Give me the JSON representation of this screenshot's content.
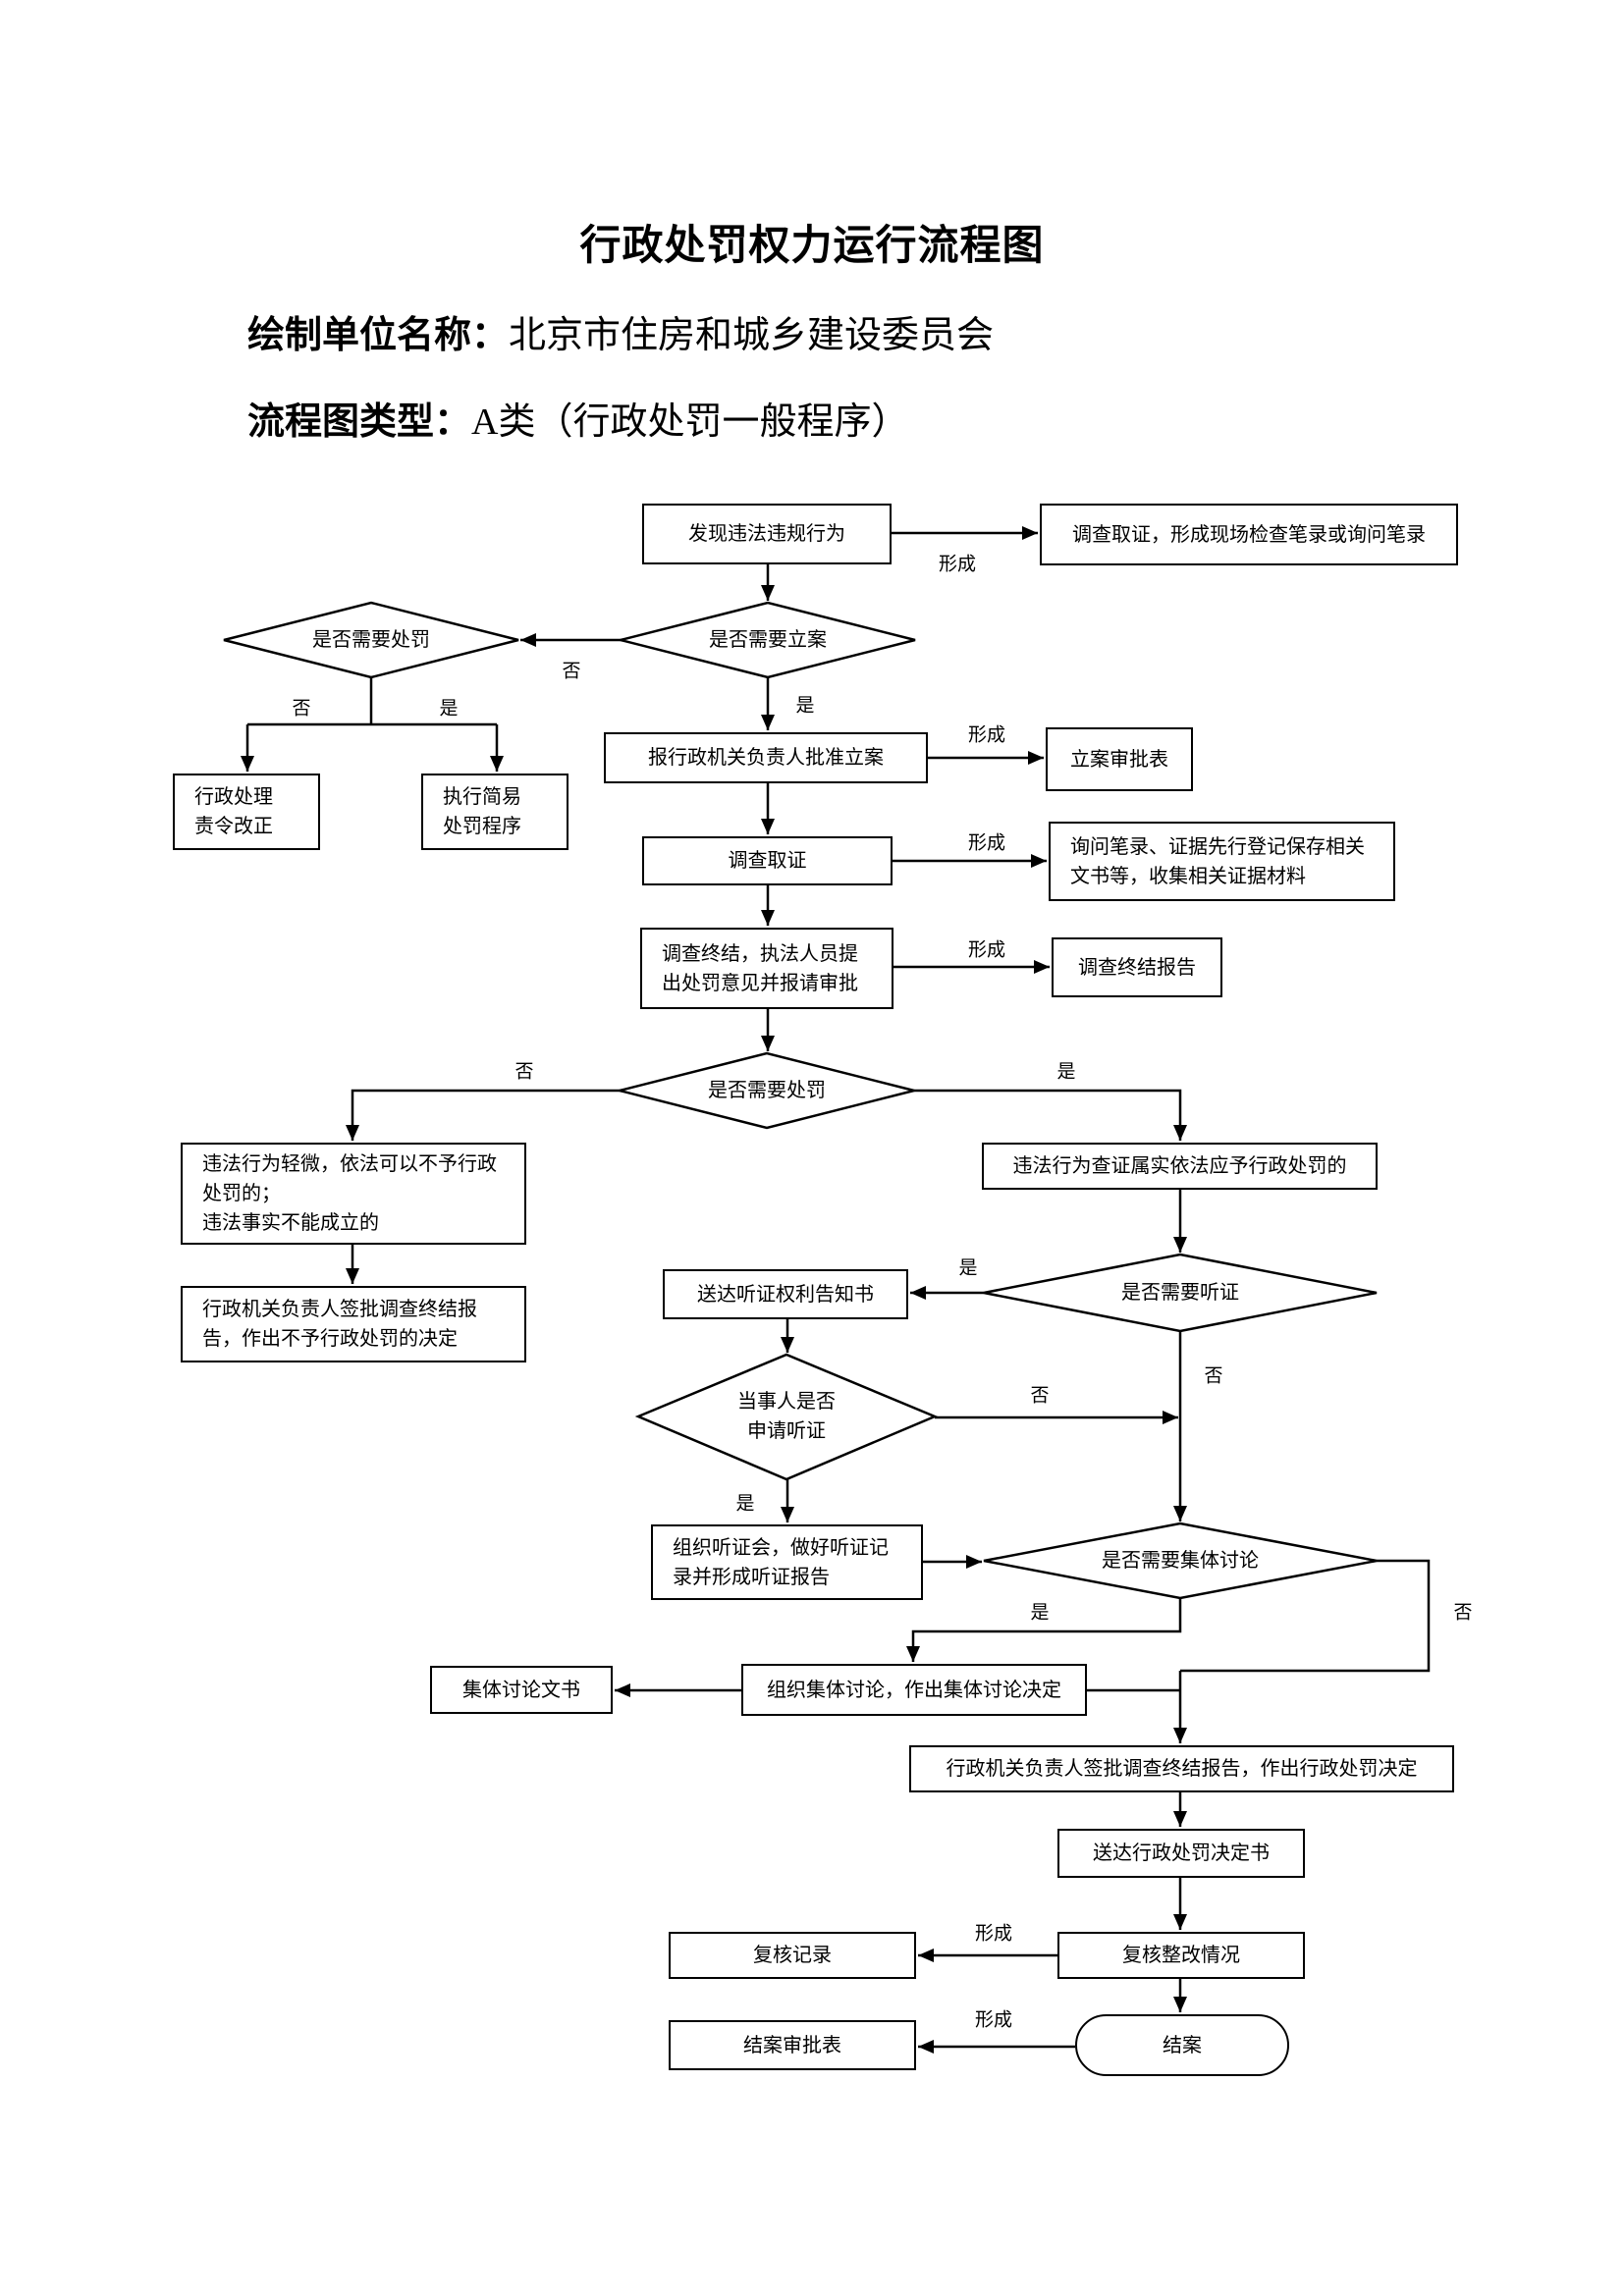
{
  "header": {
    "title": "行政处罚权力运行流程图",
    "unit_label": "绘制单位名称：",
    "unit_value": "北京市住房和城乡建设委员会",
    "type_label": "流程图类型：",
    "type_value": "A类（行政处罚一般程序）"
  },
  "nodes": {
    "discover": {
      "lines": [
        "发现违法违规行为"
      ]
    },
    "initial_evidence": {
      "lines": [
        "调查取证，形成现场检查笔录或询问笔录"
      ]
    },
    "need_case": {
      "lines": [
        "是否需要立案"
      ]
    },
    "need_penalty_early": {
      "lines": [
        "是否需要处罚"
      ]
    },
    "order_correction": {
      "lines": [
        "行政处理",
        "责令改正"
      ]
    },
    "simple_procedure": {
      "lines": [
        "执行简易",
        "处罚程序"
      ]
    },
    "approve_case": {
      "lines": [
        "报行政机关负责人批准立案"
      ]
    },
    "case_form": {
      "lines": [
        "立案审批表"
      ]
    },
    "investigate": {
      "lines": [
        "调查取证"
      ]
    },
    "evidence_docs": {
      "lines": [
        "询问笔录、证据先行登记保存相关",
        "文书等，收集相关证据材料"
      ]
    },
    "investigation_end": {
      "lines": [
        "调查终结，执法人员提",
        "出处罚意见并报请审批"
      ]
    },
    "final_report": {
      "lines": [
        "调查终结报告"
      ]
    },
    "need_penalty": {
      "lines": [
        "是否需要处罚"
      ]
    },
    "minor_violation": {
      "lines": [
        "违法行为轻微，依法可以不予行政",
        "处罚的；",
        "违法事实不能成立的"
      ]
    },
    "no_penalty_decision": {
      "lines": [
        "行政机关负责人签批调查终结报",
        "告，作出不予行政处罚的决定"
      ]
    },
    "violation_confirmed": {
      "lines": [
        "违法行为查证属实依法应予行政处罚的"
      ]
    },
    "need_hearing": {
      "lines": [
        "是否需要听证"
      ]
    },
    "hearing_notice": {
      "lines": [
        "送达听证权利告知书"
      ]
    },
    "party_requests": {
      "lines": [
        "当事人是否",
        "申请听证"
      ]
    },
    "hold_hearing": {
      "lines": [
        "组织听证会，做好听证记",
        "录并形成听证报告"
      ]
    },
    "need_collective": {
      "lines": [
        "是否需要集体讨论"
      ]
    },
    "collective_discussion": {
      "lines": [
        "组织集体讨论，作出集体讨论决定"
      ]
    },
    "collective_doc": {
      "lines": [
        "集体讨论文书"
      ]
    },
    "penalty_decision": {
      "lines": [
        "行政机关负责人签批调查终结报告，作出行政处罚决定"
      ]
    },
    "deliver_decision": {
      "lines": [
        "送达行政处罚决定书"
      ]
    },
    "review_rectify": {
      "lines": [
        "复核整改情况"
      ]
    },
    "review_record": {
      "lines": [
        "复核记录"
      ]
    },
    "close_case": {
      "lines": [
        "结案"
      ]
    },
    "close_form": {
      "lines": [
        "结案审批表"
      ]
    }
  },
  "edge_labels": [
    "形成",
    "否",
    "否",
    "是",
    "是",
    "形成",
    "形成",
    "形成",
    "否",
    "是",
    "是",
    "否",
    "否",
    "是",
    "否",
    "是",
    "形成",
    "形成"
  ]
}
